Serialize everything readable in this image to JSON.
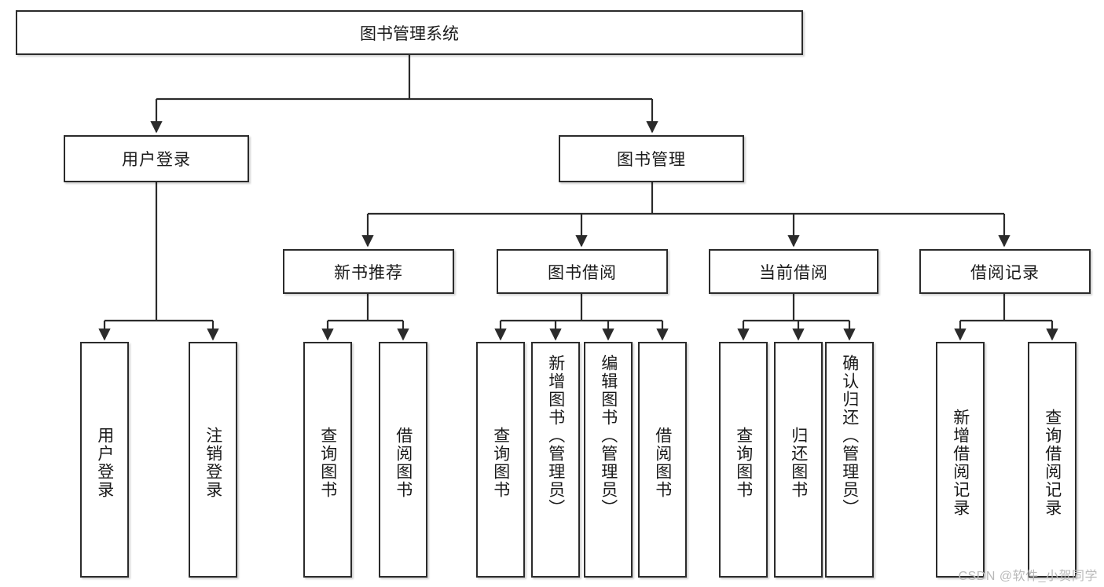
{
  "diagram": {
    "title": "图书管理系统",
    "type": "tree-hierarchy-chart",
    "root": {
      "id": "root",
      "label": "图书管理系统"
    },
    "level2": [
      {
        "id": "user-login",
        "label": "用户登录"
      },
      {
        "id": "book-management",
        "label": "图书管理"
      }
    ],
    "level3": [
      {
        "id": "new-book-recommend",
        "label": "新书推荐"
      },
      {
        "id": "book-borrow",
        "label": "图书借阅"
      },
      {
        "id": "current-borrow",
        "label": "当前借阅"
      },
      {
        "id": "borrow-record",
        "label": "借阅记录"
      }
    ],
    "leaves": {
      "user_login": [
        {
          "id": "leaf-user-login",
          "label": "用户登录"
        },
        {
          "id": "leaf-logout-login",
          "label": "注销登录"
        }
      ],
      "new_book_recommend": [
        {
          "id": "leaf-query-book-1",
          "label": "查询图书"
        },
        {
          "id": "leaf-borrow-book-1",
          "label": "借阅图书"
        }
      ],
      "book_borrow": [
        {
          "id": "leaf-query-book-2",
          "label": "查询图书"
        },
        {
          "id": "leaf-add-book",
          "label": "新增图书（管理员）"
        },
        {
          "id": "leaf-edit-book",
          "label": "编辑图书（管理员）"
        },
        {
          "id": "leaf-borrow-book-2",
          "label": "借阅图书"
        }
      ],
      "current_borrow": [
        {
          "id": "leaf-query-book-3",
          "label": "查询图书"
        },
        {
          "id": "leaf-return-book",
          "label": "归还图书"
        },
        {
          "id": "leaf-confirm-return",
          "label": "确认归还（管理员）"
        }
      ],
      "borrow_record": [
        {
          "id": "leaf-add-record",
          "label": "新增借阅记录"
        },
        {
          "id": "leaf-query-record",
          "label": "查询借阅记录"
        }
      ]
    }
  },
  "watermark": {
    "text": "CSDN @软件_小贺同学"
  },
  "colors": {
    "box_border": "#2b2b2b",
    "box_fill": "#ffffff",
    "edge": "#2b2b2b",
    "text": "#1a1a1a",
    "watermark": "#b9b9b9"
  }
}
